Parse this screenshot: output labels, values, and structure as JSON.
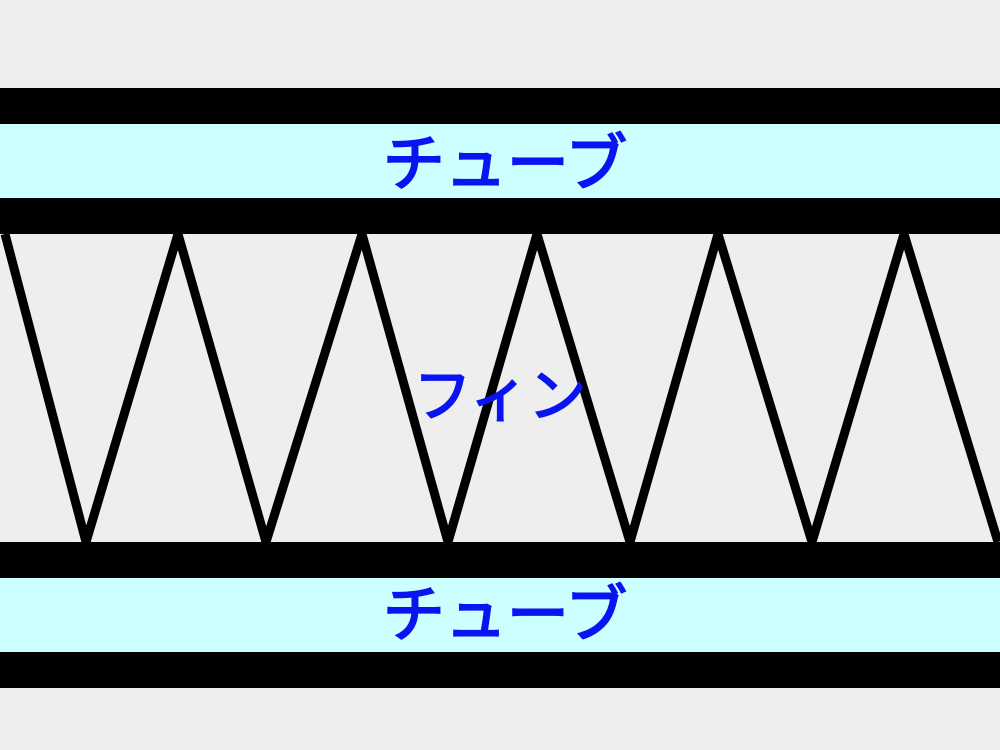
{
  "colors": {
    "background": "#eeeeee",
    "tube_fill": "#ccffff",
    "wall": "#000000",
    "fin": "#000000",
    "label": "#0a14f0"
  },
  "labels": {
    "tube_top": "チューブ",
    "fin": "フィン",
    "tube_bottom": "チューブ"
  }
}
